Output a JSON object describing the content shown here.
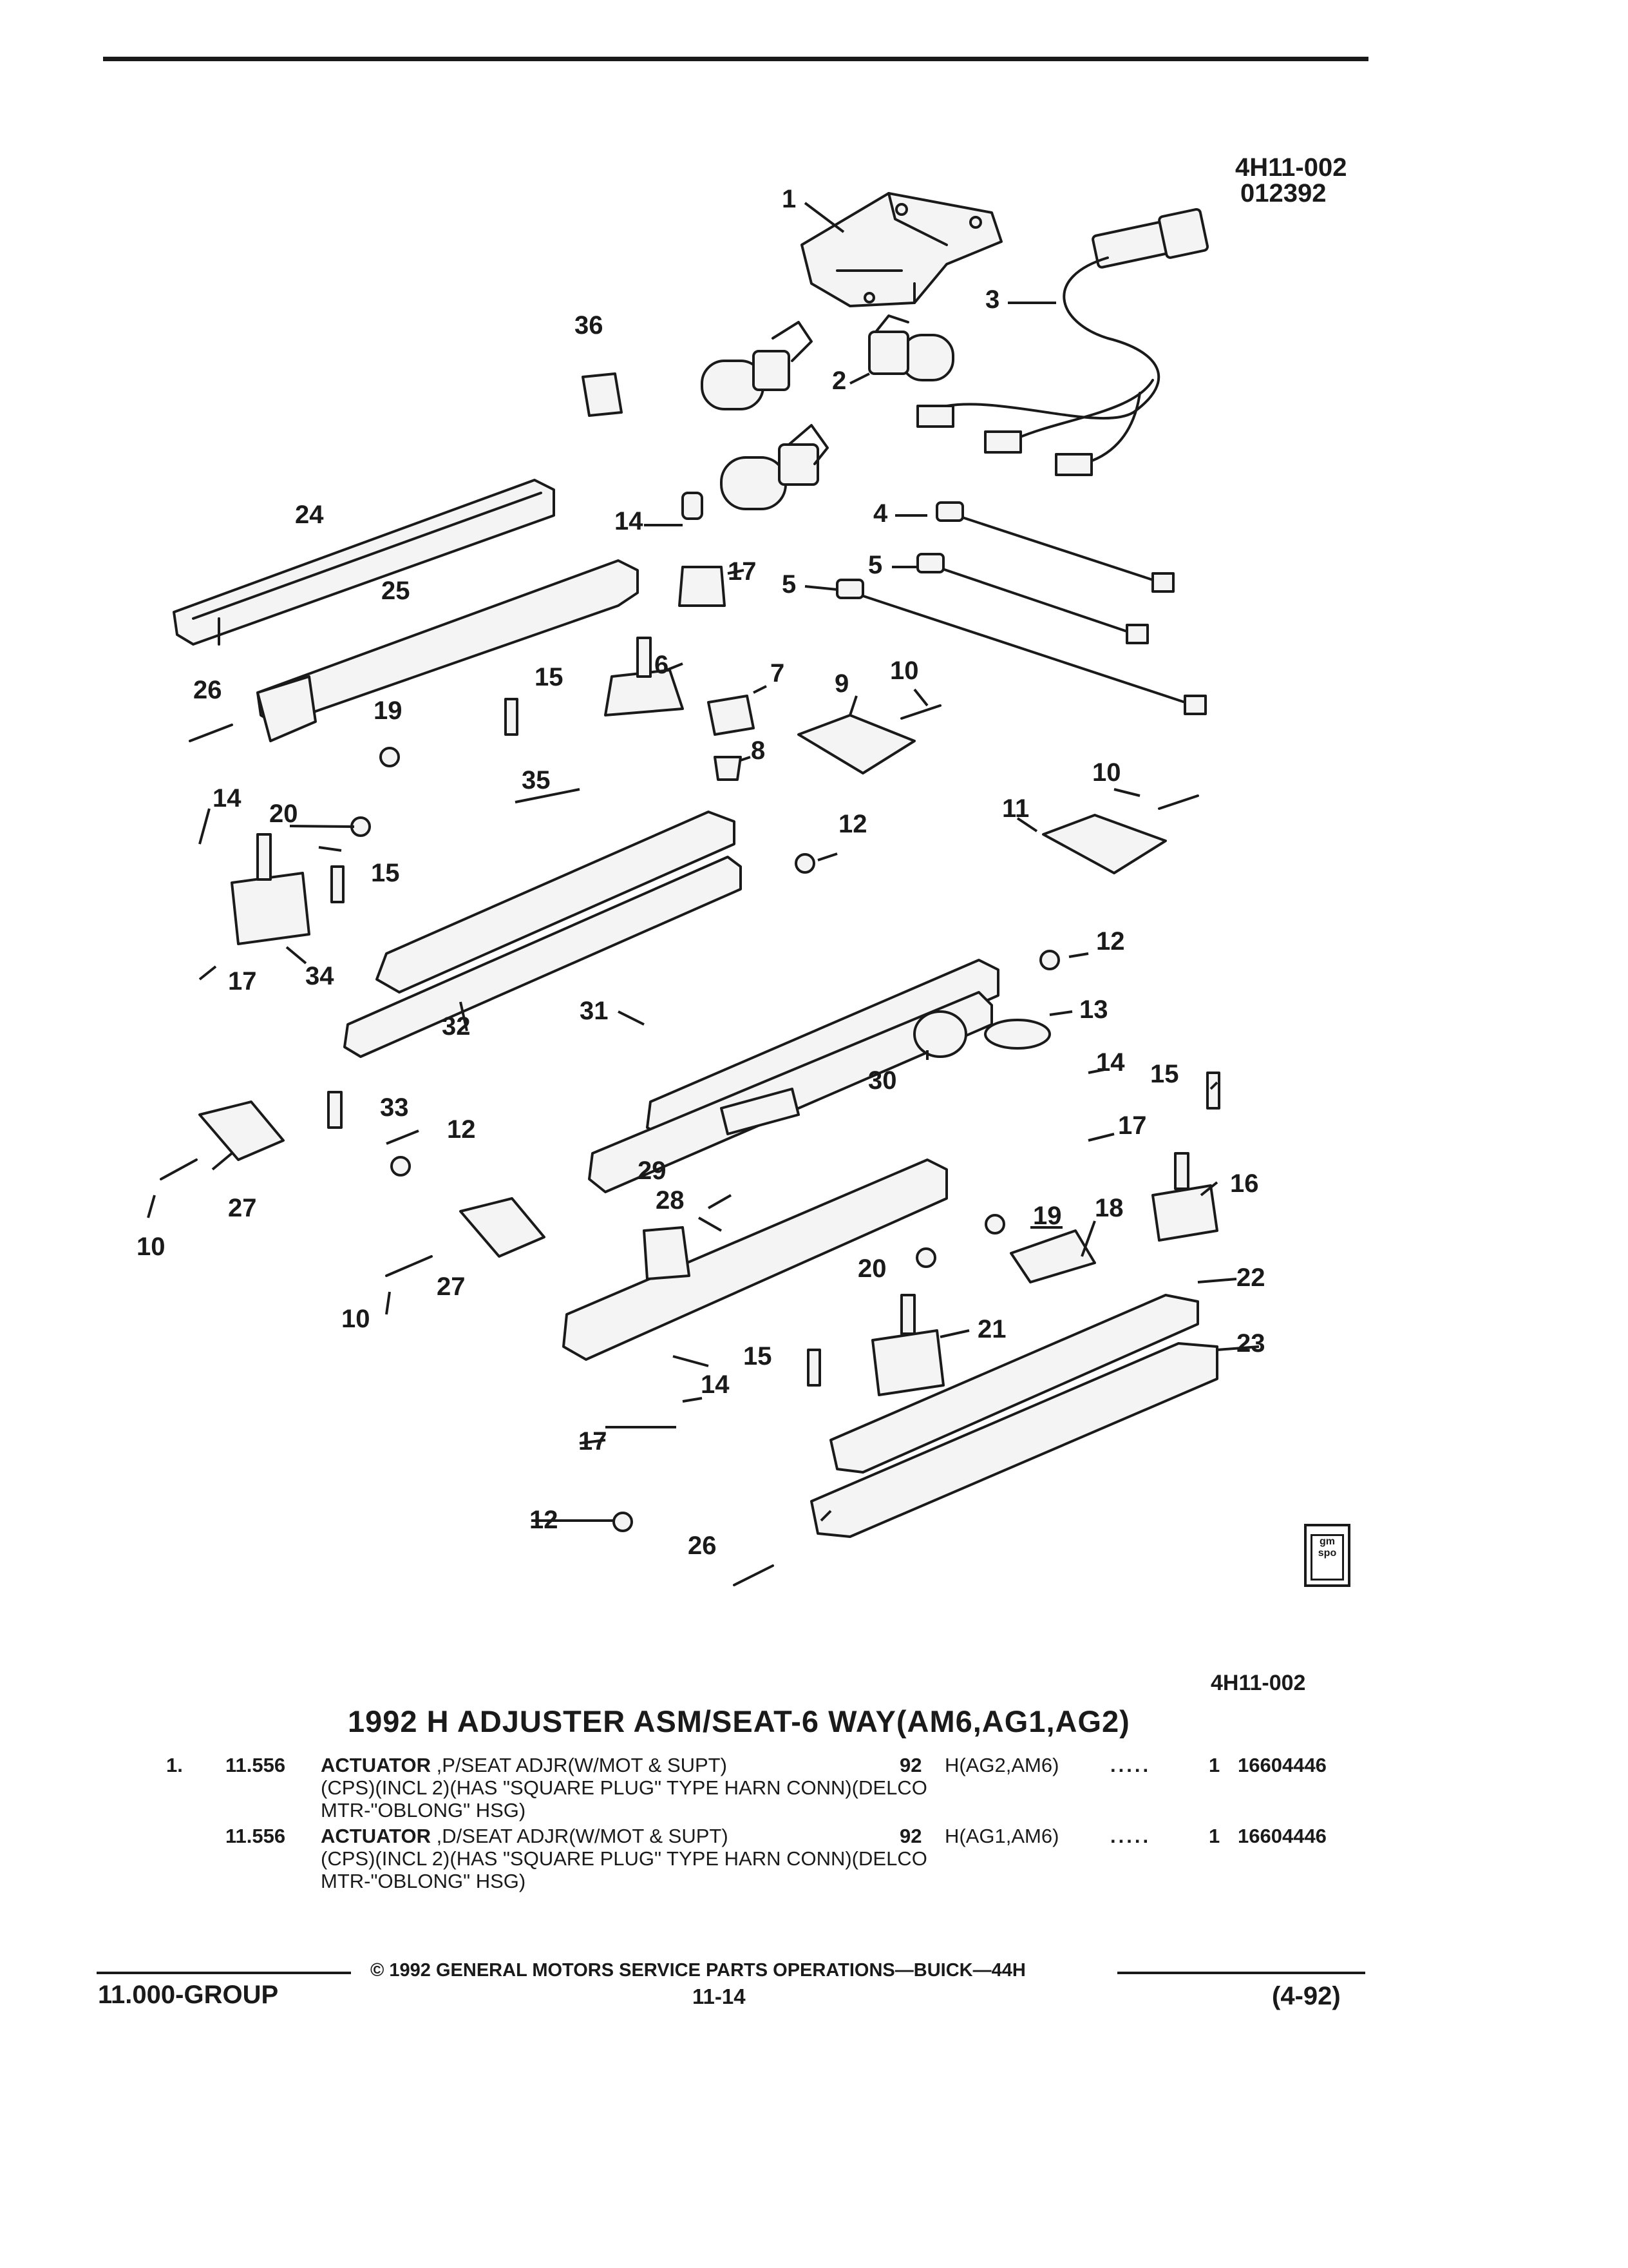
{
  "header": {
    "ref_code": "4H11-002",
    "ref_date": "012392"
  },
  "figure": {
    "bottom_code": "4H11-002",
    "logo_text": "gm spo",
    "callouts": [
      "1",
      "2",
      "3",
      "4",
      "5",
      "5",
      "6",
      "7",
      "8",
      "9",
      "10",
      "10",
      "10",
      "10",
      "11",
      "12",
      "12",
      "12",
      "12",
      "13",
      "14",
      "14",
      "14",
      "14",
      "15",
      "15",
      "15",
      "15",
      "16",
      "17",
      "17",
      "17",
      "17",
      "18",
      "19",
      "19",
      "20",
      "20",
      "21",
      "22",
      "23",
      "24",
      "25",
      "26",
      "26",
      "27",
      "27",
      "28",
      "29",
      "30",
      "31",
      "32",
      "33",
      "34",
      "35",
      "36"
    ]
  },
  "section": {
    "title": "1992 H ADJUSTER ASM/SEAT-6 WAY(AM6,AG1,AG2)"
  },
  "parts": [
    {
      "ref": "1.",
      "code": "11.556",
      "name": "ACTUATOR",
      "desc_first": " ,P/SEAT ADJR(W/MOT & SUPT)",
      "desc_rest": "(CPS)(INCL 2)(HAS \"SQUARE PLUG\" TYPE HARN CONN)(DELCO MTR-\"OBLONG\" HSG)",
      "year": "92",
      "app": "H(AG2,AM6)",
      "dots": ".....",
      "qty": "1",
      "part_no": "16604446"
    },
    {
      "ref": "",
      "code": "11.556",
      "name": "ACTUATOR",
      "desc_first": " ,D/SEAT ADJR(W/MOT & SUPT)",
      "desc_rest": "(CPS)(INCL 2)(HAS \"SQUARE PLUG\" TYPE HARN CONN)(DELCO MTR-\"OBLONG\" HSG)",
      "year": "92",
      "app": "H(AG1,AM6)",
      "dots": ".....",
      "qty": "1",
      "part_no": "16604446"
    }
  ],
  "footer": {
    "copyright": "© 1992 GENERAL MOTORS SERVICE PARTS OPERATIONS—BUICK—44H",
    "group": "11.000-GROUP",
    "page": "11-14",
    "revision": "(4-92)"
  }
}
